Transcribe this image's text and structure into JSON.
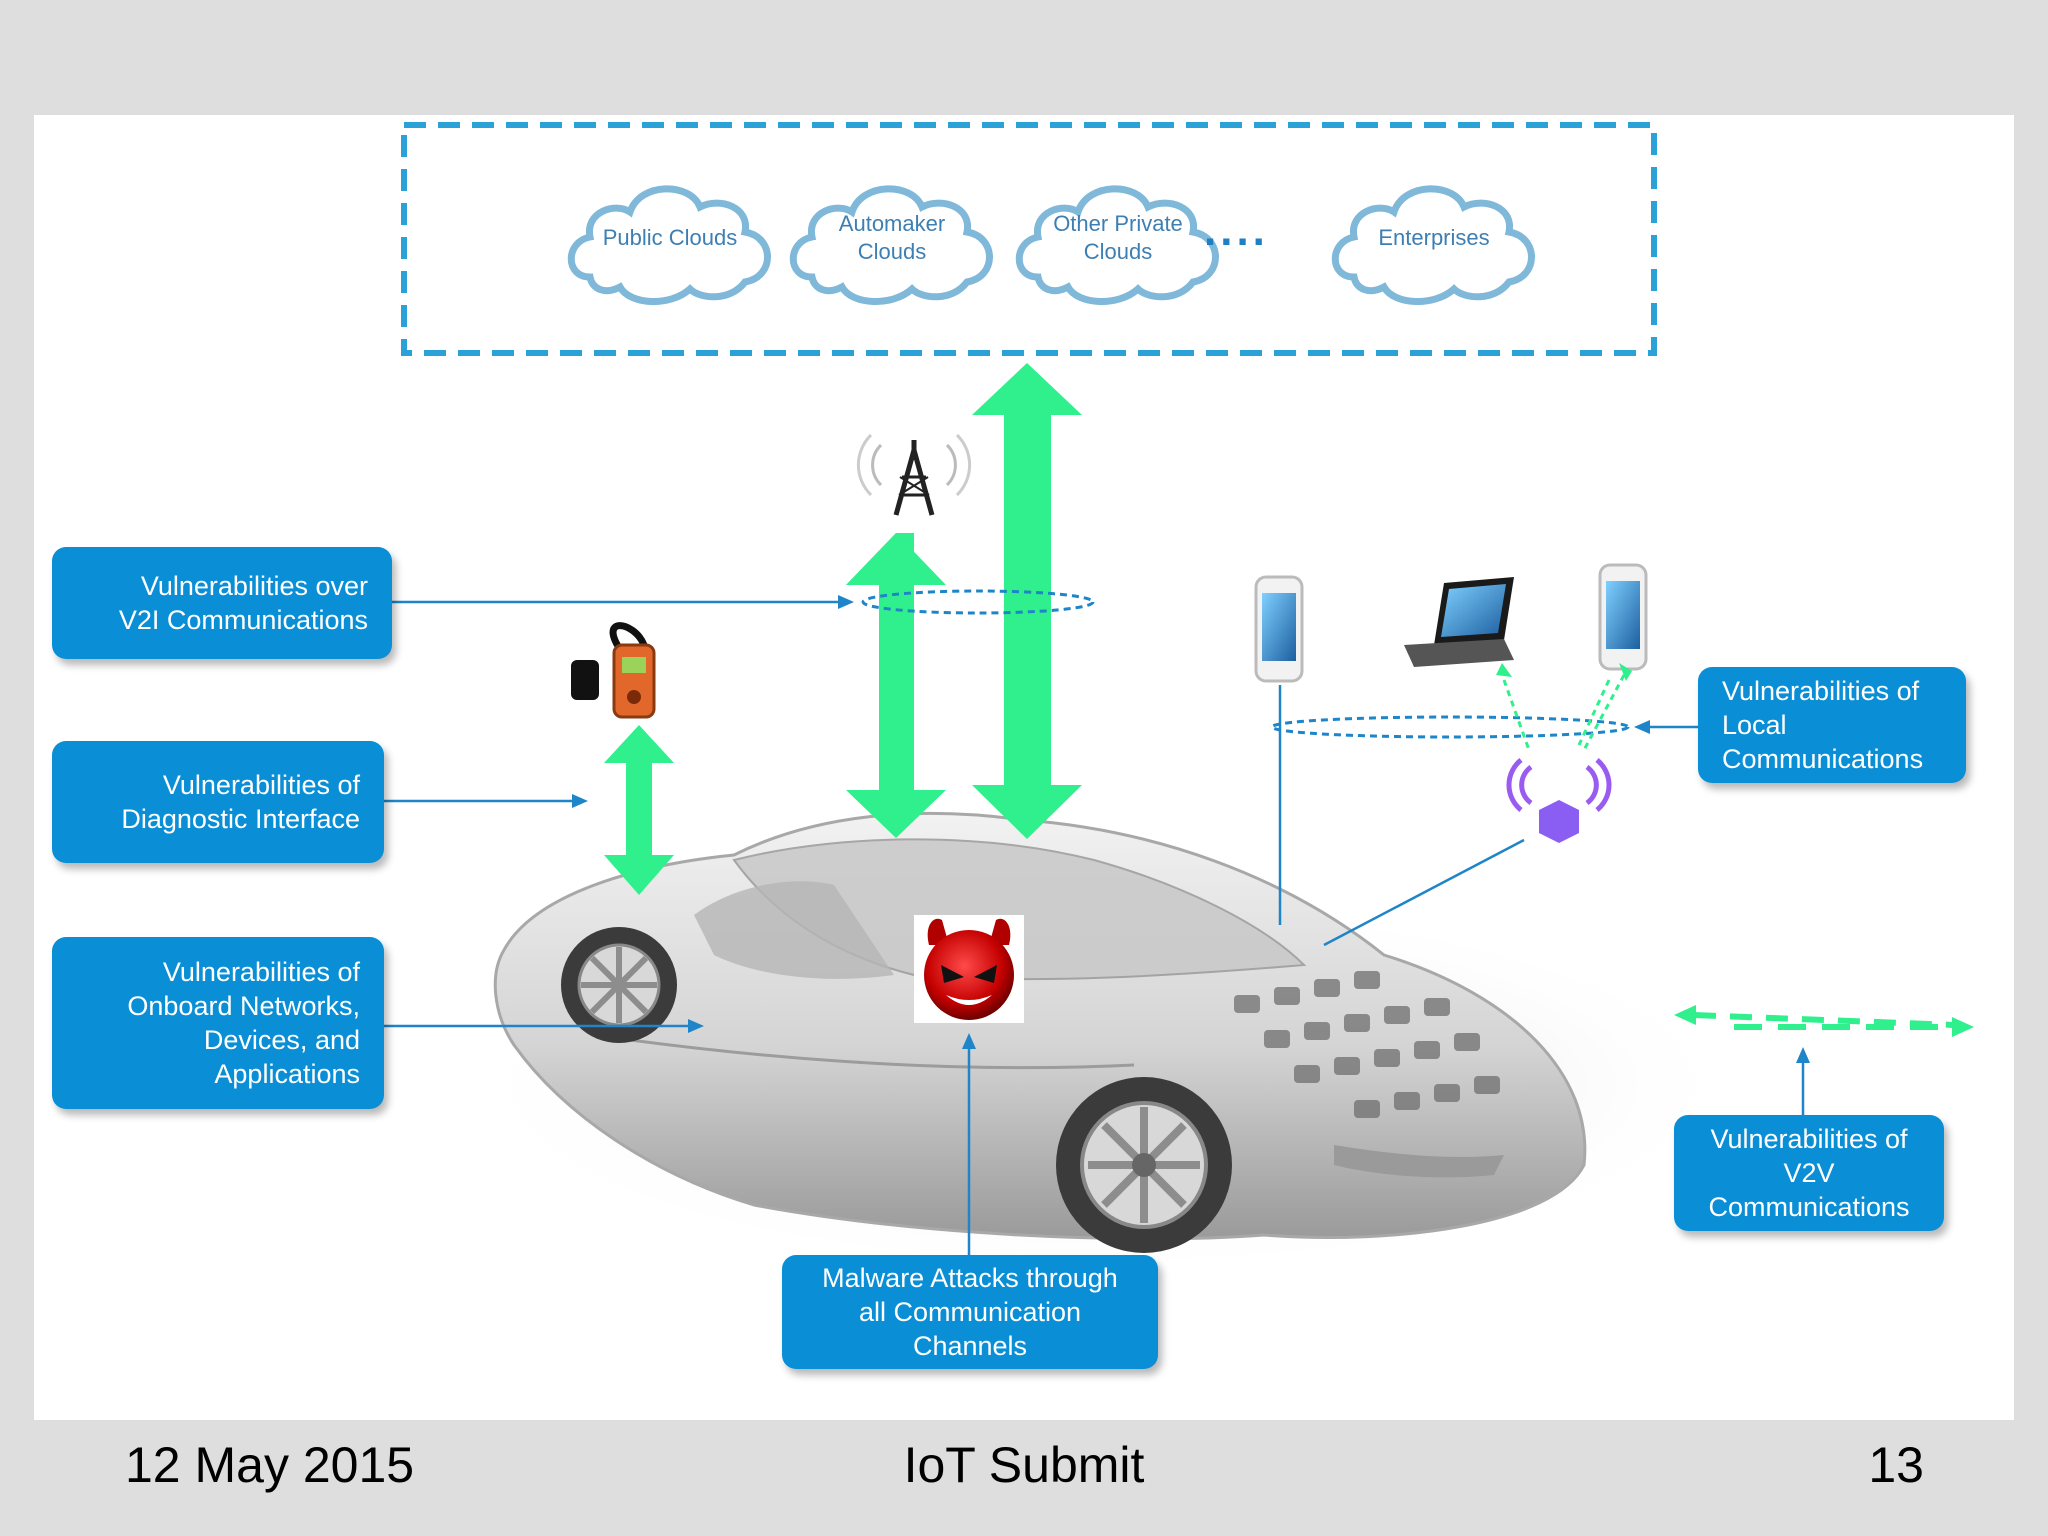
{
  "clouds": [
    {
      "label": "Public Clouds"
    },
    {
      "label": "Automaker\nClouds"
    },
    {
      "label": "Other Private\nClouds"
    },
    {
      "label": "Enterprises"
    }
  ],
  "cloud_ellipsis": "....",
  "callouts": {
    "v2i": "Vulnerabilities over\nV2I Communications",
    "diagnostic": "Vulnerabilities of\nDiagnostic Interface",
    "onboard": "Vulnerabilities of\nOnboard Networks,\nDevices, and\nApplications",
    "local": "Vulnerabilities of\nLocal\nCommunications",
    "v2v": "Vulnerabilities of\nV2V\nCommunications",
    "malware": "Malware Attacks through\nall Communication\nChannels"
  },
  "footer": {
    "date": "12 May 2015",
    "title": "IoT Submit",
    "page": "13"
  },
  "colors": {
    "callout_bg": "#0a8fd6",
    "arrow_green": "#2ff08c",
    "cloud_border": "#2aa2d8"
  }
}
